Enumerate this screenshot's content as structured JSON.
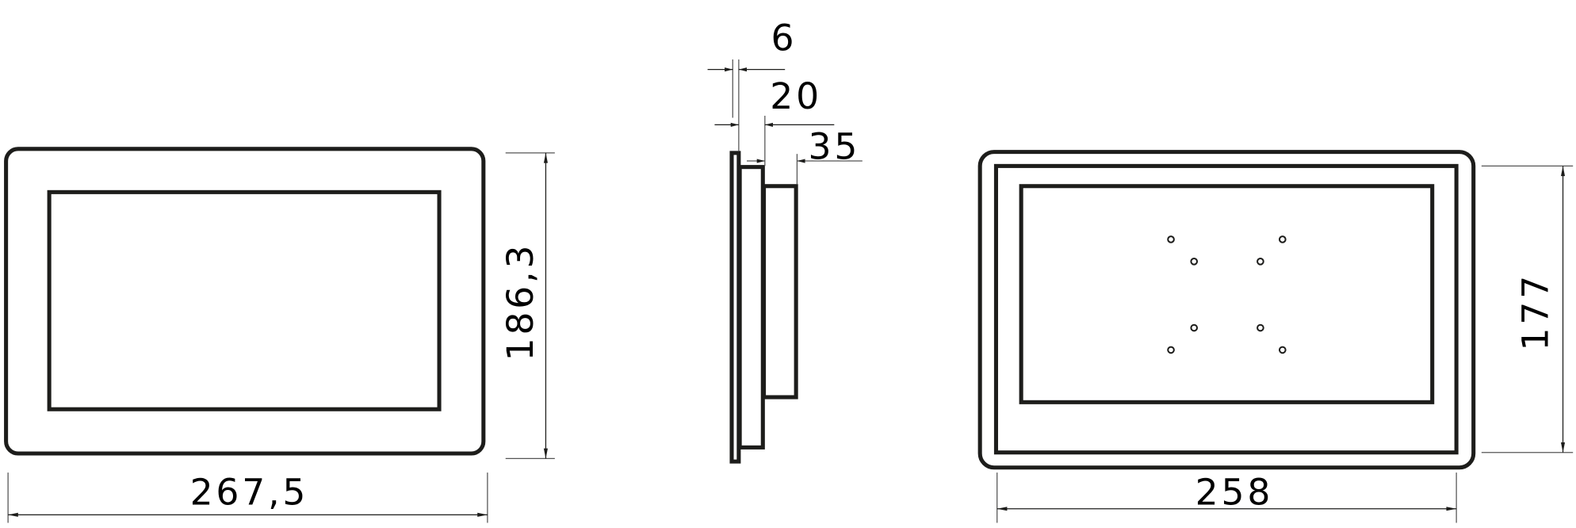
{
  "front_view": {
    "width_label": "267,5",
    "height_label": "186,3"
  },
  "side_view": {
    "depth_labels": [
      "6",
      "20",
      "35"
    ]
  },
  "rear_view": {
    "width_label": "258",
    "height_label": "177"
  },
  "colors": {
    "line": "#1d1d1b",
    "background": "#ffffff"
  }
}
